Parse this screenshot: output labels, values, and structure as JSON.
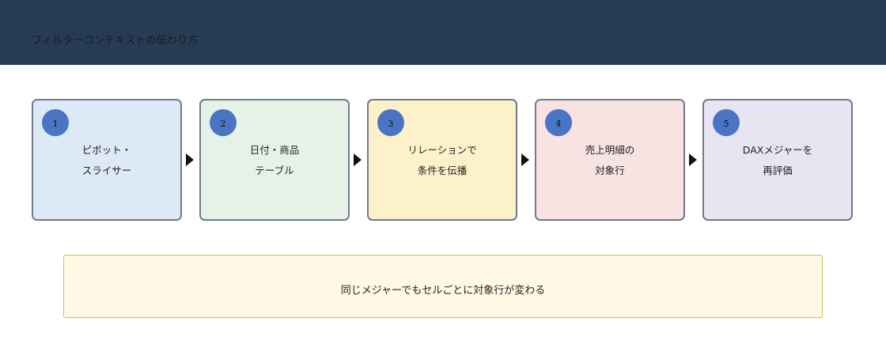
{
  "header": {
    "title": "フィルターコンテキストの伝わり方"
  },
  "steps": [
    {
      "number": "1",
      "line1": "ピボット・",
      "line2": "スライサー",
      "color": "#dde9f6"
    },
    {
      "number": "2",
      "line1": "日付・商品",
      "line2": "テーブル",
      "color": "#e6f2e7"
    },
    {
      "number": "3",
      "line1": "リレーションで",
      "line2": "条件を伝播",
      "color": "#fdf1ca"
    },
    {
      "number": "4",
      "line1": "売上明細の",
      "line2": "対象行",
      "color": "#f7e3e1"
    },
    {
      "number": "5",
      "line1": "DAXメジャーを",
      "line2": "再評価",
      "color": "#e8e4f2"
    }
  ],
  "note": {
    "text": "同じメジャーでもセルごとに対象行が変わる"
  },
  "colors": {
    "header_bg": "#263b54",
    "badge": "#4a74c4",
    "box_border": "#6f7b87",
    "note_bg": "#fef8e4",
    "note_border": "#dbbd57"
  }
}
